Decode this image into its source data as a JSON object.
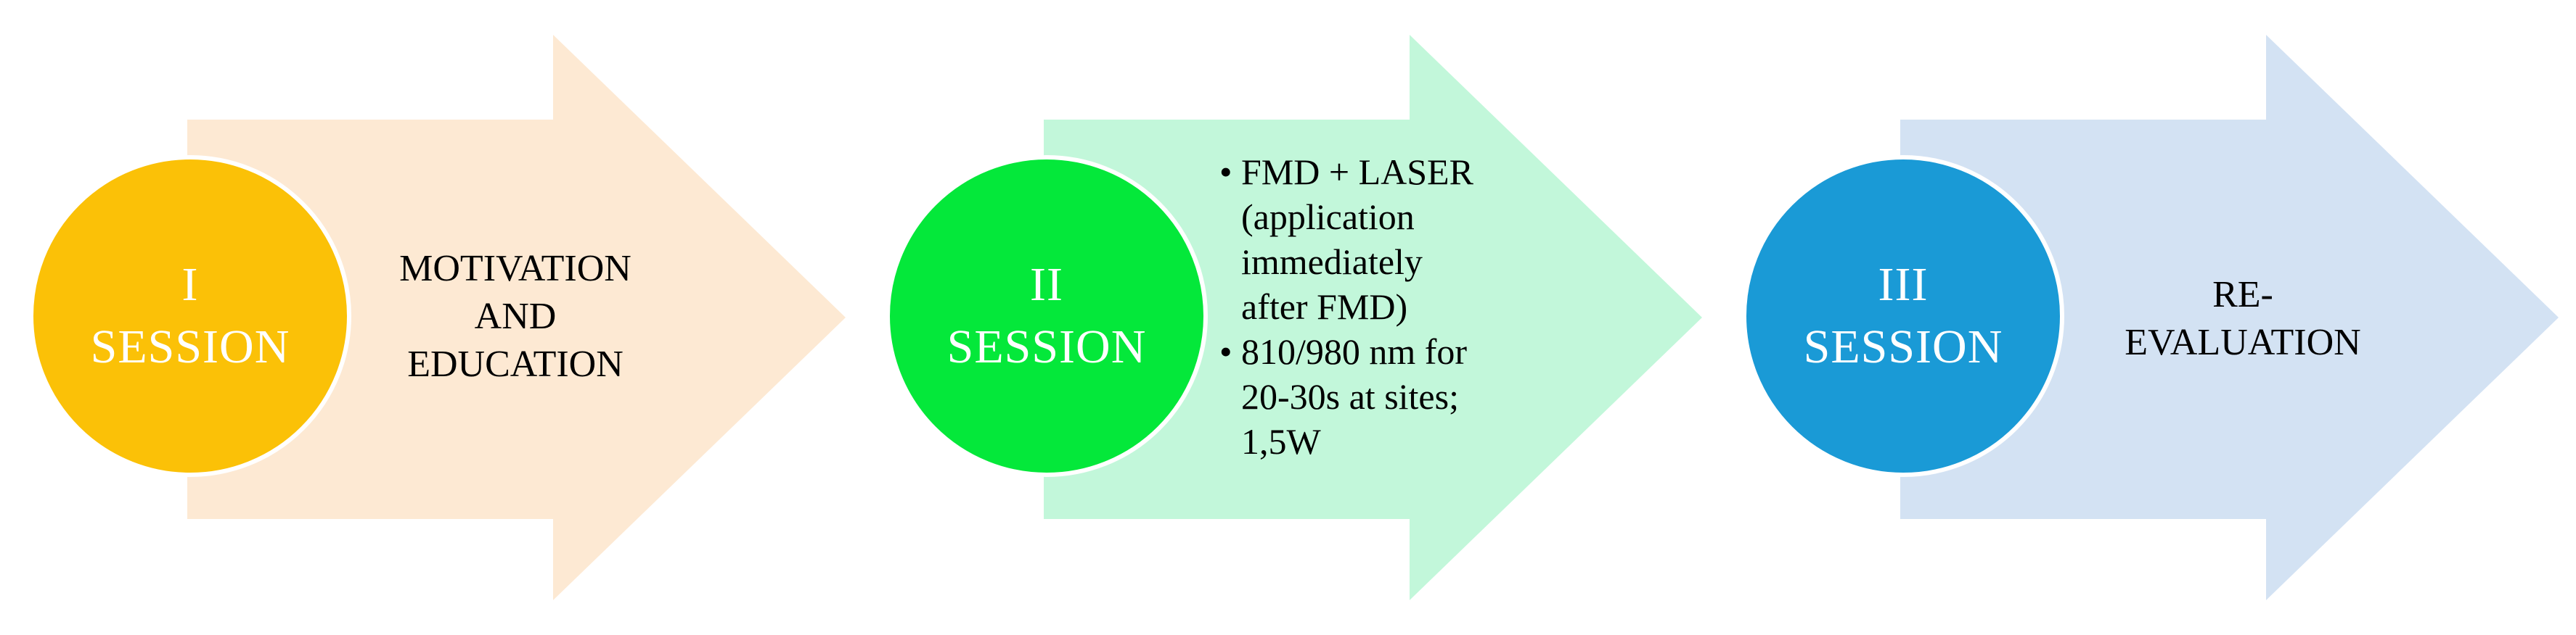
{
  "colors": {
    "step1_arrow": "#FDE9D3",
    "step1_circle": "#FBC107",
    "step2_arrow": "#C2F7DA",
    "step2_circle": "#04E83A",
    "step3_arrow": "#D3E2F3",
    "step3_circle": "#1A9AD6"
  },
  "steps": [
    {
      "circle_line1": "I",
      "circle_line2": "SESSION",
      "text_lines": [
        "MOTIVATION",
        "AND",
        "EDUCATION"
      ]
    },
    {
      "circle_line1": "II",
      "circle_line2": "SESSION",
      "bullet_symbol": "•",
      "bullets": [
        "FMD + LASER\n(application\nimmediately\nafter FMD)",
        "810/980 nm for\n20-30s at sites;\n1,5W"
      ]
    },
    {
      "circle_line1": "III",
      "circle_line2": "SESSION",
      "text_lines": [
        "RE-",
        "EVALUATION"
      ]
    }
  ]
}
